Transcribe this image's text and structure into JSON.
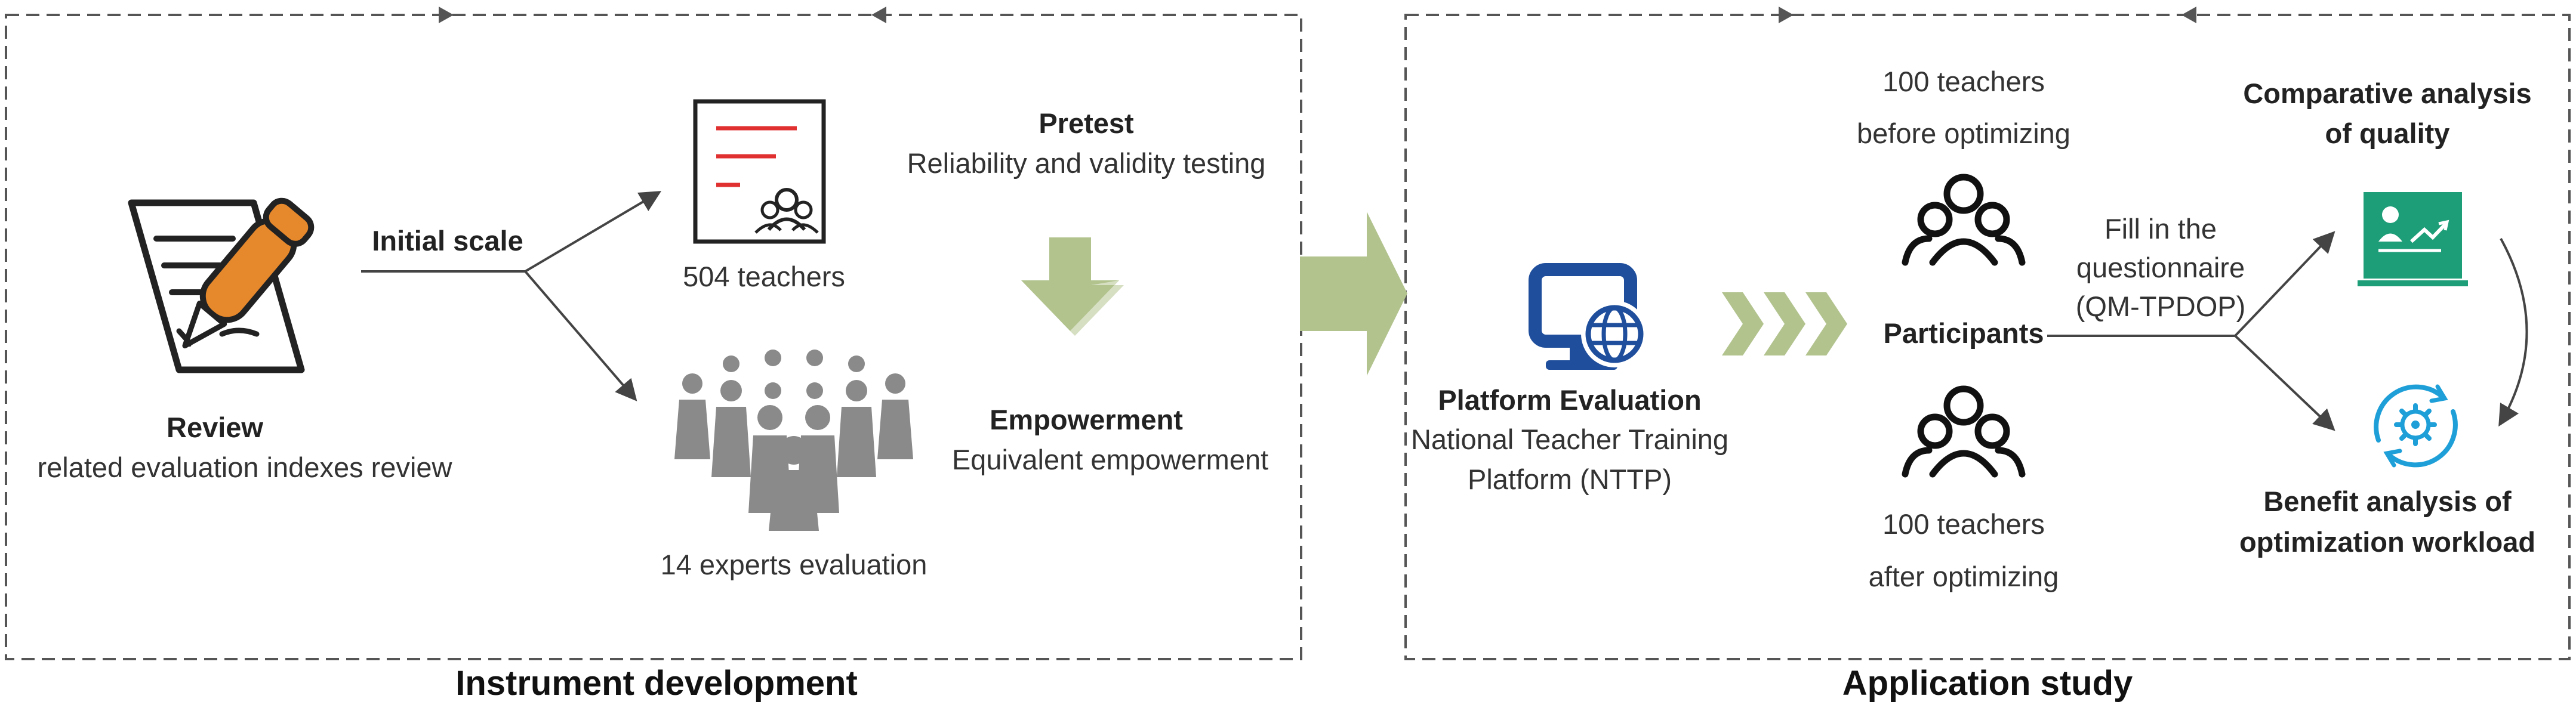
{
  "left_panel": {
    "caption": "Instrument development",
    "review": {
      "title": "Review",
      "subtitle": "related evaluation indexes review",
      "icon": "document-pen-icon"
    },
    "initial_scale_label": "Initial scale",
    "teachers_label": "504 teachers",
    "experts_label": "14 experts evaluation",
    "pretest": {
      "title": "Pretest",
      "subtitle": "Reliability and validity testing"
    },
    "empowerment": {
      "title": "Empowerment",
      "subtitle": "Equivalent empowerment"
    }
  },
  "right_panel": {
    "caption": "Application study",
    "platform": {
      "title": "Platform Evaluation",
      "line1": "National Teacher Training",
      "line2": "Platform (NTTP)",
      "icon": "computer-globe-icon"
    },
    "before": {
      "line1": "100 teachers",
      "line2": "before optimizing"
    },
    "participants_label": "Participants",
    "after": {
      "line1": "100 teachers",
      "line2": "after optimizing"
    },
    "questionnaire": {
      "line1": "Fill in the",
      "line2": "questionnaire",
      "line3": "(QM-TPDOP)"
    },
    "quality": {
      "line1": "Comparative analysis",
      "line2": "of quality",
      "icon": "presentation-board-icon"
    },
    "benefit": {
      "line1": "Benefit analysis of",
      "line2": "optimization workload",
      "icon": "gear-cycle-icon"
    }
  },
  "colors": {
    "green_arrow": "#b2c38e",
    "blue_icon": "#1f4e9c",
    "teal_board": "#1e9e78",
    "cyan_gear": "#1e9fd8",
    "orange_pen": "#e6882c",
    "red_lines": "#e03030"
  }
}
